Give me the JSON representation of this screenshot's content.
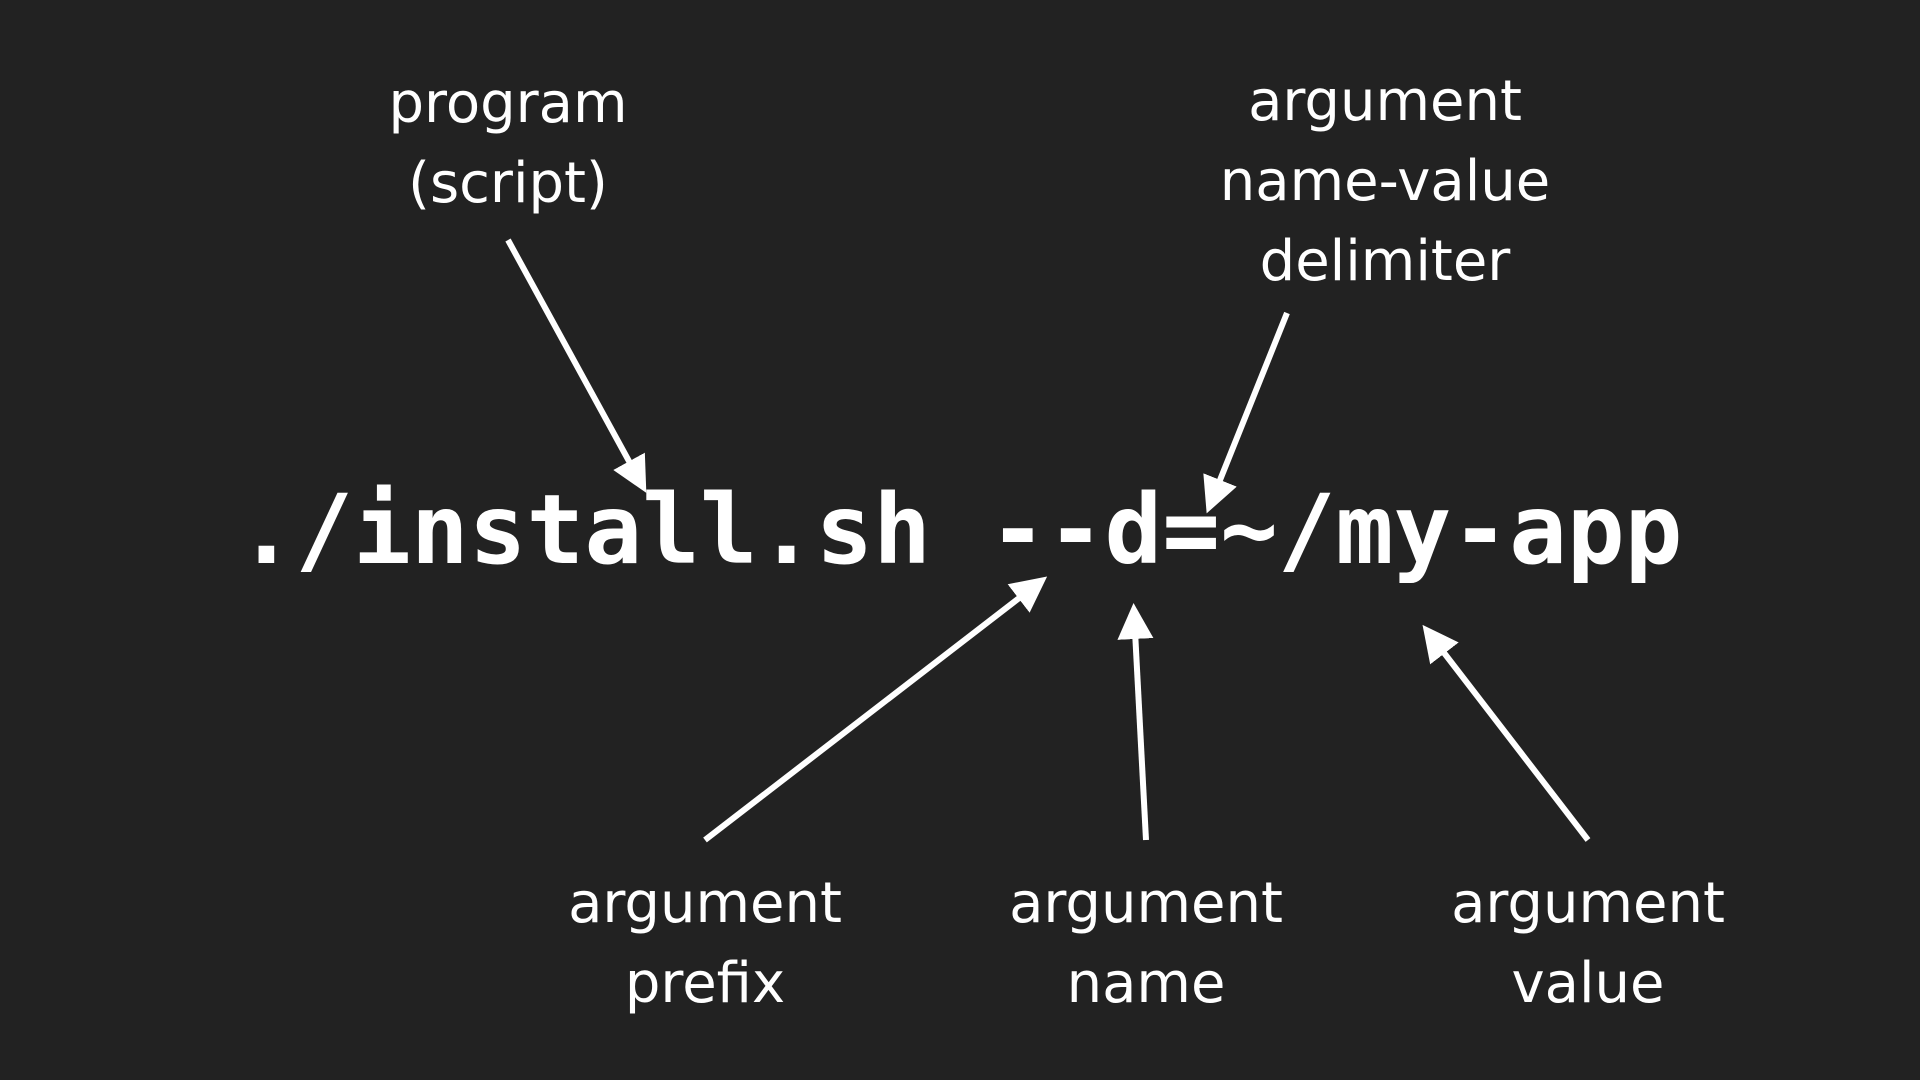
{
  "command": "./install.sh --d=~/my-app",
  "labels": {
    "program": [
      "program",
      "(script)"
    ],
    "delimiter": [
      "argument",
      "name-value",
      "delimiter"
    ],
    "prefix": [
      "argument",
      "prefix"
    ],
    "name": [
      "argument",
      "name"
    ],
    "value": [
      "argument",
      "value"
    ]
  },
  "colors": {
    "background": "#222222",
    "foreground": "#ffffff"
  }
}
